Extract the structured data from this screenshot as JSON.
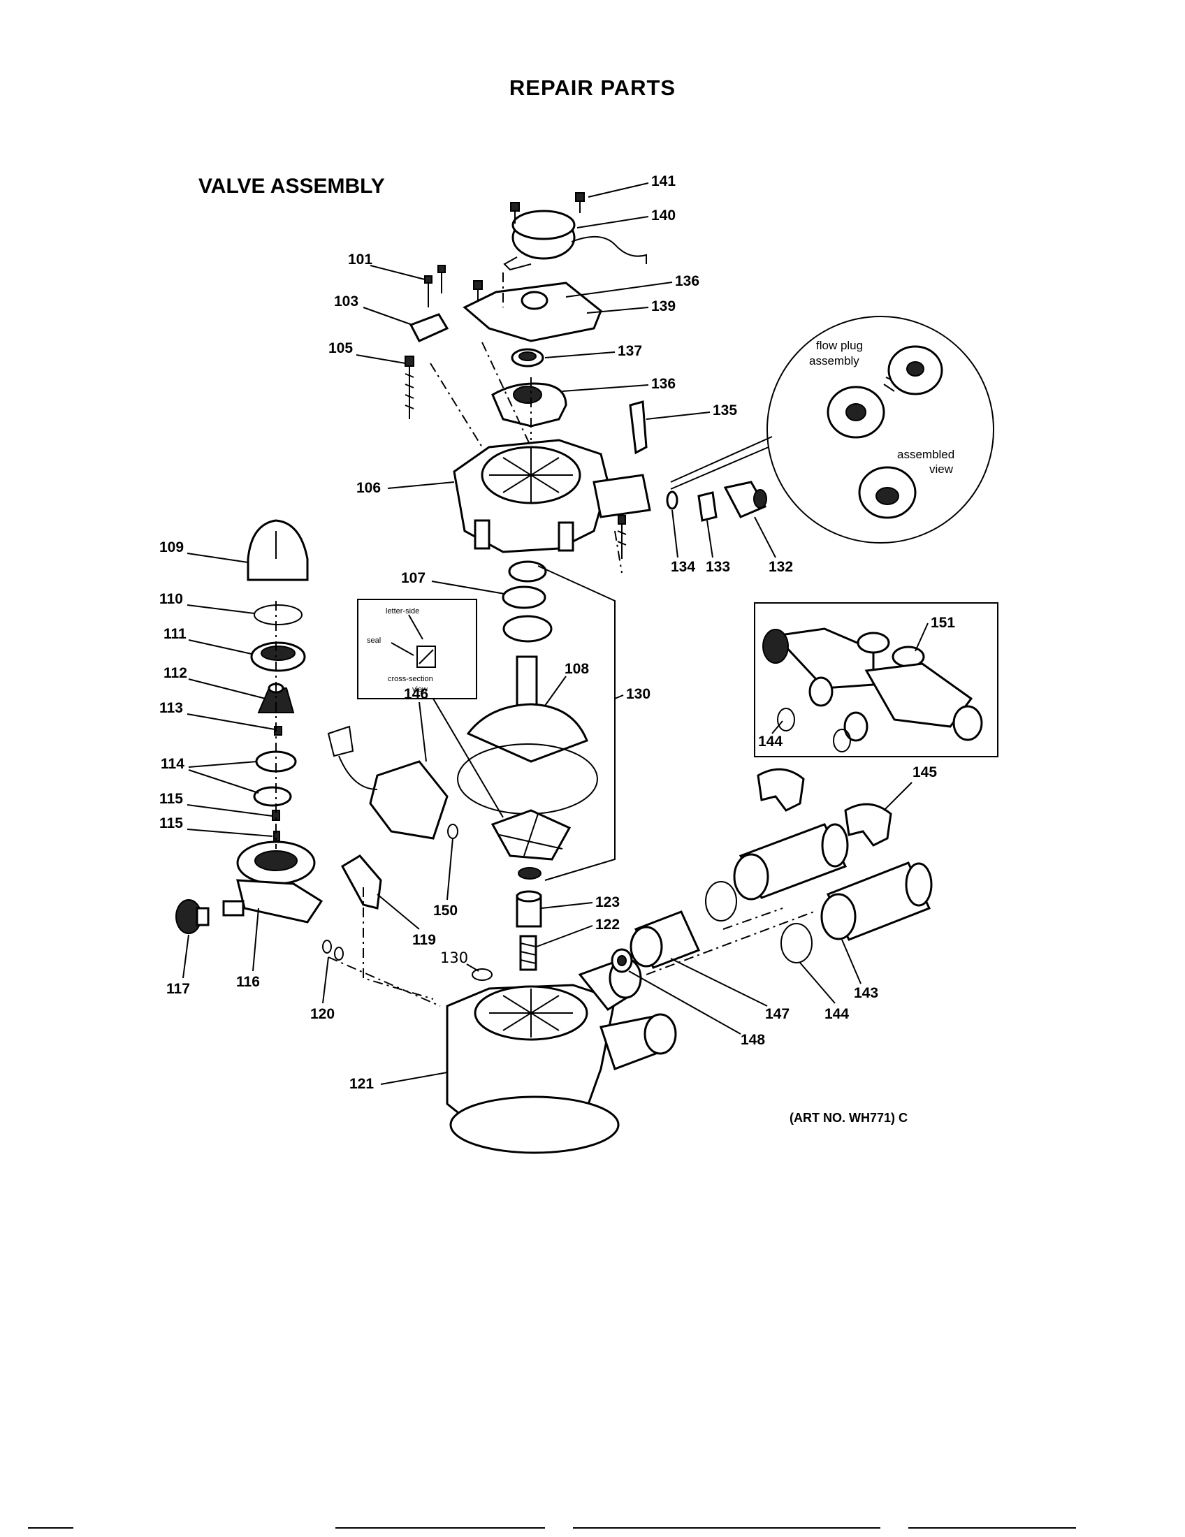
{
  "header": {
    "title": "REPAIR PARTS"
  },
  "section": {
    "title": "VALVE ASSEMBLY"
  },
  "art_number": "(ART NO. WH771) C",
  "callouts": {
    "p101": "101",
    "p103": "103",
    "p105": "105",
    "p106": "106",
    "p107": "107",
    "p108": "108",
    "p109": "109",
    "p110": "110",
    "p111": "111",
    "p112": "112",
    "p113": "113",
    "p114": "114",
    "p115a": "115",
    "p115b": "115",
    "p116": "116",
    "p117": "117",
    "p119": "119",
    "p120": "120",
    "p121": "121",
    "p122": "122",
    "p123": "123",
    "p130a": "130",
    "p130b": "130",
    "p132": "132",
    "p133": "133",
    "p134": "134",
    "p135": "135",
    "p136a": "136",
    "p136b": "136",
    "p137": "137",
    "p139": "139",
    "p140": "140",
    "p141": "141",
    "p143": "143",
    "p144a": "144",
    "p144b": "144",
    "p145": "145",
    "p146": "146",
    "p147": "147",
    "p148": "148",
    "p150": "150",
    "p151": "151"
  },
  "flow_plug_detail": {
    "label_top": [
      "flow plug",
      "assembly"
    ],
    "label_bottom": [
      "assembled",
      "view"
    ]
  },
  "inset_detail": {
    "labels": [
      "letter-side",
      "seal",
      "cross-section",
      "view"
    ]
  },
  "icons": [
    "screw-icon",
    "gear-icon",
    "o-ring-icon",
    "spring-icon",
    "clip-icon"
  ]
}
